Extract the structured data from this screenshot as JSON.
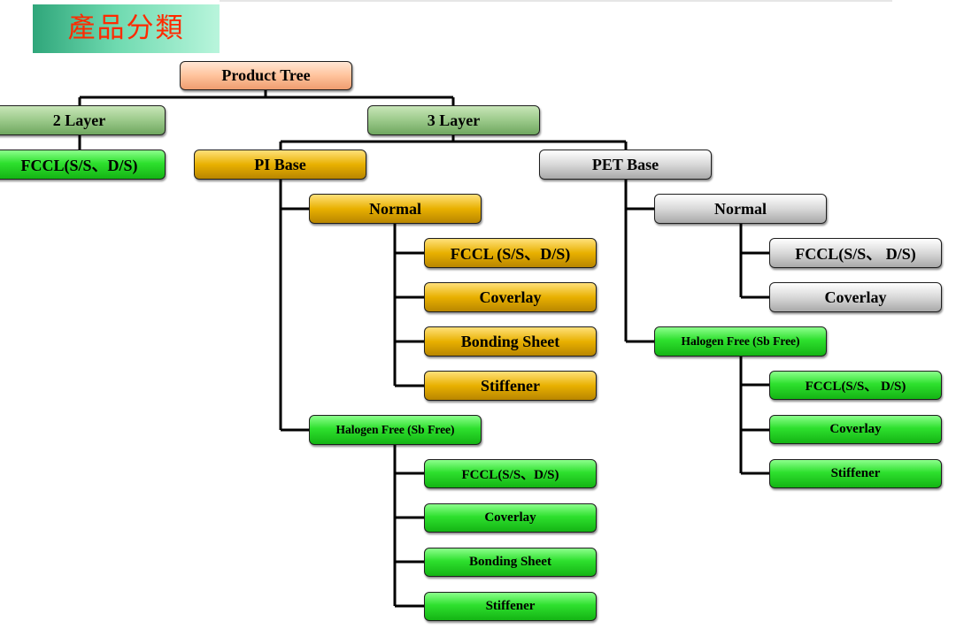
{
  "title": "產品分類",
  "colors": {
    "root": "#ffc39c",
    "layer": "#9bc98a",
    "green": "#2ee02e",
    "gold": "#e8b000",
    "silver": "#d8d8d8",
    "title_text": "#ff2a00",
    "line": "#000000"
  },
  "tree": {
    "root": "Product Tree",
    "layer2": {
      "label": "2 Layer",
      "fccl": "FCCL(S/S、D/S)"
    },
    "layer3": {
      "label": "3 Layer",
      "pi_base": {
        "label": "PI Base",
        "normal": {
          "label": "Normal",
          "items": [
            "FCCL (S/S、D/S)",
            "Coverlay",
            "Bonding Sheet",
            "Stiffener"
          ]
        },
        "halogen_free": {
          "label": "Halogen Free (Sb Free)",
          "items": [
            "FCCL(S/S、D/S)",
            "Coverlay",
            "Bonding Sheet",
            "Stiffener"
          ]
        }
      },
      "pet_base": {
        "label": "PET Base",
        "normal": {
          "label": "Normal",
          "items": [
            "FCCL(S/S、 D/S)",
            "Coverlay"
          ]
        },
        "halogen_free": {
          "label": "Halogen Free (Sb Free)",
          "items": [
            "FCCL(S/S、 D/S)",
            "Coverlay",
            "Stiffener"
          ]
        }
      }
    }
  }
}
